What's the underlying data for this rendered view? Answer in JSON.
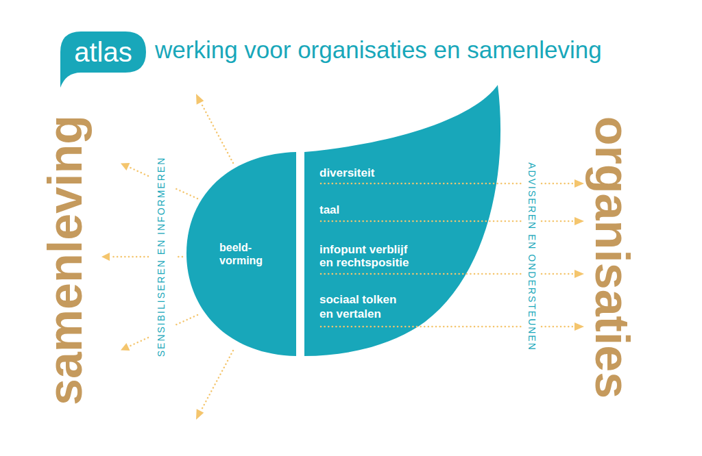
{
  "diagram": {
    "title": "werking voor organisaties en samenleving",
    "nodes": [
      {
        "text": [
          "atlas"
        ]
      },
      {
        "text": [
          "beeld- vorming"
        ]
      },
      {
        "text": [
          "diversiteit"
        ]
      },
      {
        "text": [
          "taal"
        ]
      },
      {
        "text": [
          "infopunt verblijf en rechtspositie"
        ]
      },
      {
        "text": [
          "sociaal tolken en vertalen"
        ]
      }
    ],
    "labels": [
      "samenleving",
      "SENSIBILISEREN EN INFORMEREN",
      "ADVISEREN EN ONDERSTEUNEN",
      "organisaties"
    ]
  }
}
